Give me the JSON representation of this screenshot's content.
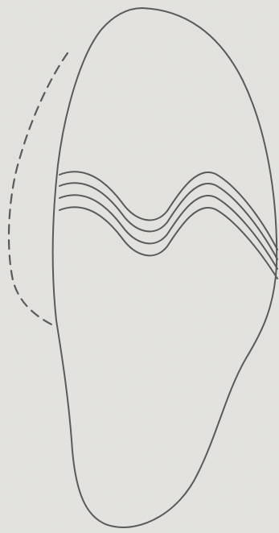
{
  "figure": {
    "paper_color": "#e4e3e0",
    "ink_color": "#5a5a5a",
    "outline_style": "solid",
    "previous_outline_style": "dashed",
    "wavy_band_count": 4
  }
}
